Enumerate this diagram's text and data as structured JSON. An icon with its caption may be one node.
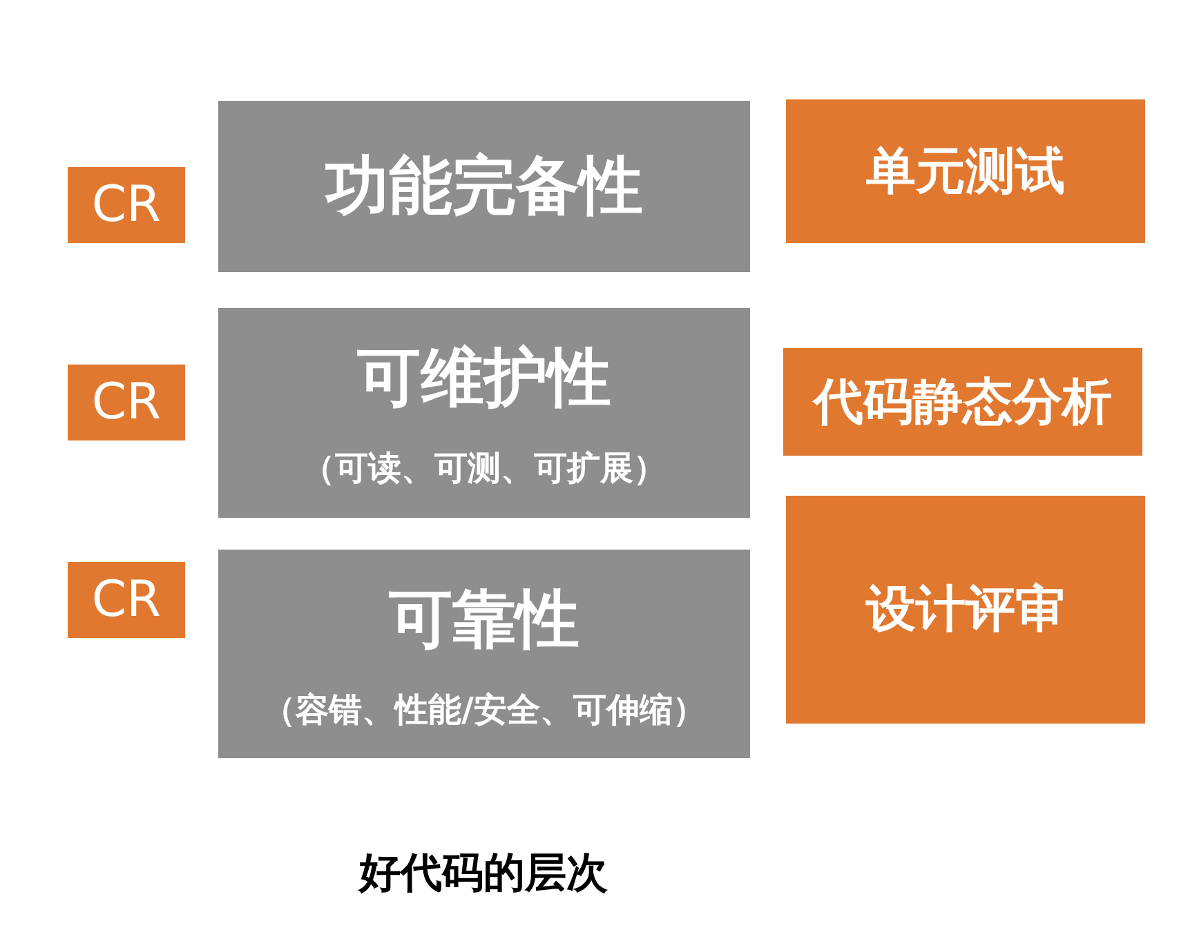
{
  "diagram": {
    "title": "好代码的层次",
    "nodes": [
      {
        "text": [
          "CR"
        ]
      },
      {
        "text": [
          "功能完备性"
        ]
      },
      {
        "text": [
          "单元测试"
        ]
      },
      {
        "text": [
          "CR"
        ]
      },
      {
        "text": [
          "可维护性",
          "（可读、可测、可扩展）"
        ]
      },
      {
        "text": [
          "代码静态分析"
        ]
      },
      {
        "text": [
          "CR"
        ]
      },
      {
        "text": [
          "可靠性",
          "（容错、性能/安全、可伸缩）"
        ]
      },
      {
        "text": [
          "设计评审"
        ]
      }
    ]
  }
}
